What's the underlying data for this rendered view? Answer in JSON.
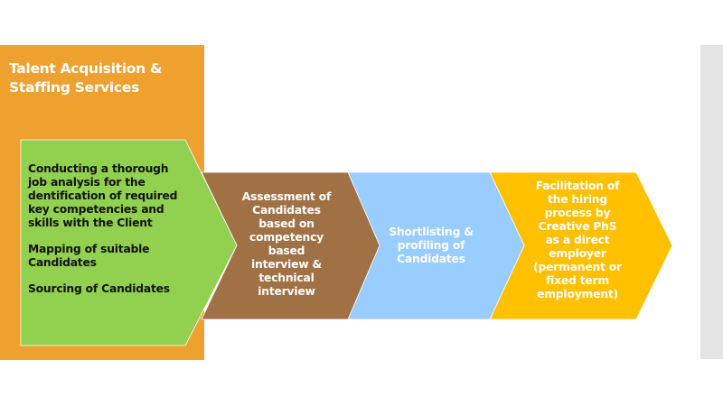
{
  "panel": {
    "title_line1": "Talent Acquisition &",
    "title_line2": "Staffing Services"
  },
  "colors": {
    "panel": "#EFA12F",
    "step1": "#92D050",
    "step2": "#A07145",
    "step3": "#99CCFF",
    "step4": "#FFC000",
    "side_bar": "#E4E4E4"
  },
  "steps": [
    {
      "name": "sourcing",
      "paragraphs": [
        [
          "Conducting a thorough",
          "job analysis for the",
          "dentification of required",
          "key competencies and",
          "skills with the Client"
        ],
        [
          "Mapping of suitable",
          "Candidates"
        ],
        [
          "Sourcing of Candidates"
        ]
      ]
    },
    {
      "name": "assessment",
      "lines": [
        "Assessment of",
        "Candidates",
        "based on",
        "competency",
        "based",
        "interview &",
        "technical",
        "interview"
      ]
    },
    {
      "name": "shortlisting",
      "lines": [
        "Shortlisting &",
        "profiling of",
        "Candidates"
      ]
    },
    {
      "name": "hiring",
      "lines": [
        "Facilitation of",
        "the hiring",
        "process by",
        "Creative PhS",
        "as a direct",
        "employer",
        "(permanent or",
        "fixed term",
        "employment)"
      ]
    }
  ]
}
